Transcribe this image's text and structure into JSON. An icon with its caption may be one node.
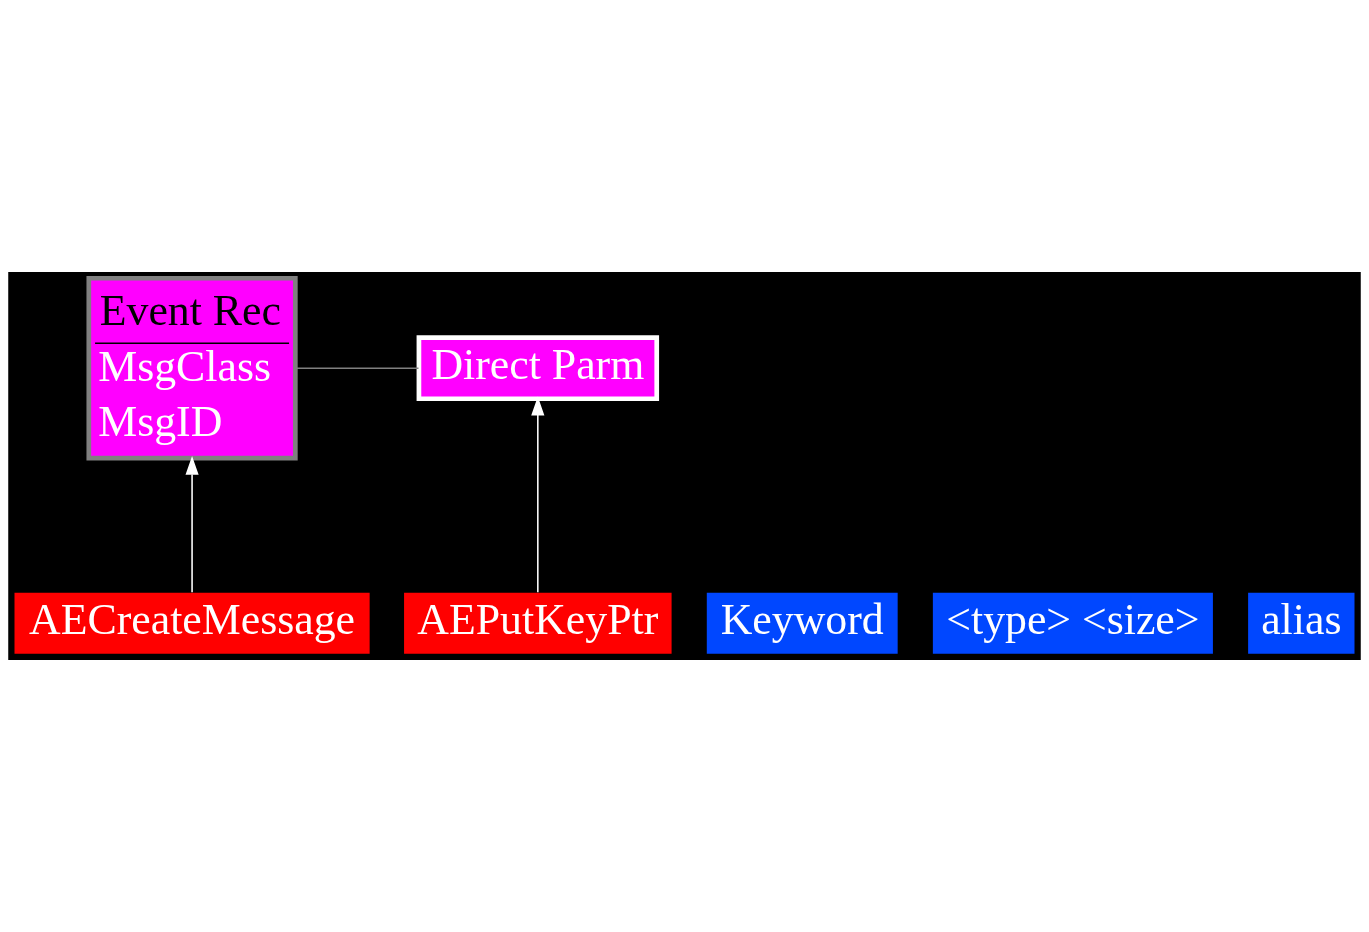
{
  "diagram": {
    "nodes": [
      {
        "text": [
          "Event Rec",
          "MsgClass",
          "MsgID"
        ]
      },
      {
        "text": [
          "Direct Parm"
        ]
      },
      {
        "text": [
          "Keyword"
        ]
      },
      {
        "text": [
          "<type> <size>"
        ]
      },
      {
        "text": [
          "alias"
        ]
      },
      {
        "text": [
          "AECreateMessage"
        ]
      },
      {
        "text": [
          "AEPutKeyPtr"
        ]
      }
    ],
    "edges": [
      {
        "from": 0,
        "to": 1,
        "arrow": "none",
        "color": "#808080"
      },
      {
        "from": 5,
        "to": 0,
        "arrow": "to"
      },
      {
        "from": 6,
        "to": 1,
        "arrow": "to"
      }
    ]
  }
}
